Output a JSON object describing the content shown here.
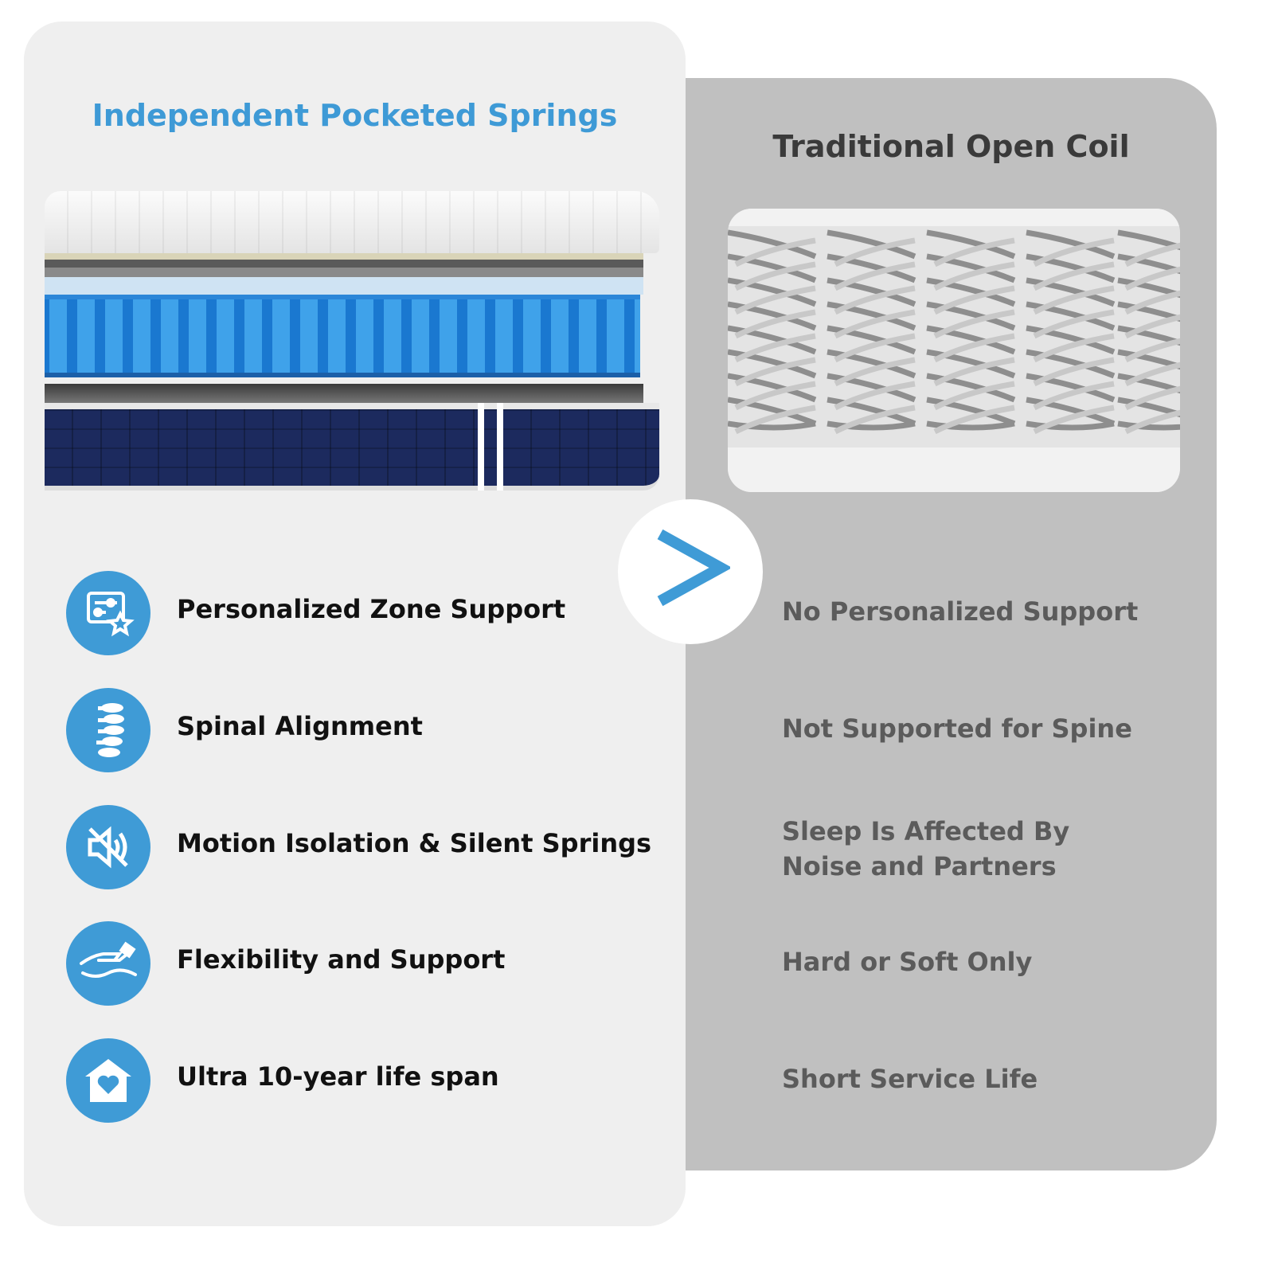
{
  "left": {
    "title": "Independent Pocketed Springs",
    "features": [
      {
        "label": "Personalized Zone Support",
        "icon": "zone-settings-star-icon"
      },
      {
        "label": "Spinal Alignment",
        "icon": "spine-icon"
      },
      {
        "label": "Motion Isolation & Silent Springs",
        "icon": "mute-speaker-icon"
      },
      {
        "label": "Flexibility and Support",
        "icon": "hand-support-icon"
      },
      {
        "label": "Ultra 10-year life span",
        "icon": "house-heart-icon"
      }
    ]
  },
  "right": {
    "title": "Traditional Open Coil",
    "items": [
      "No Personalized Support",
      "Not Supported for Spine",
      "Sleep Is Affected By Noise and Partners",
      "Hard or Soft Only",
      "Short Service Life"
    ]
  },
  "colors": {
    "accent": "#3f9bd6",
    "left_bg": "#efefef",
    "right_bg": "#c0c0c0"
  }
}
